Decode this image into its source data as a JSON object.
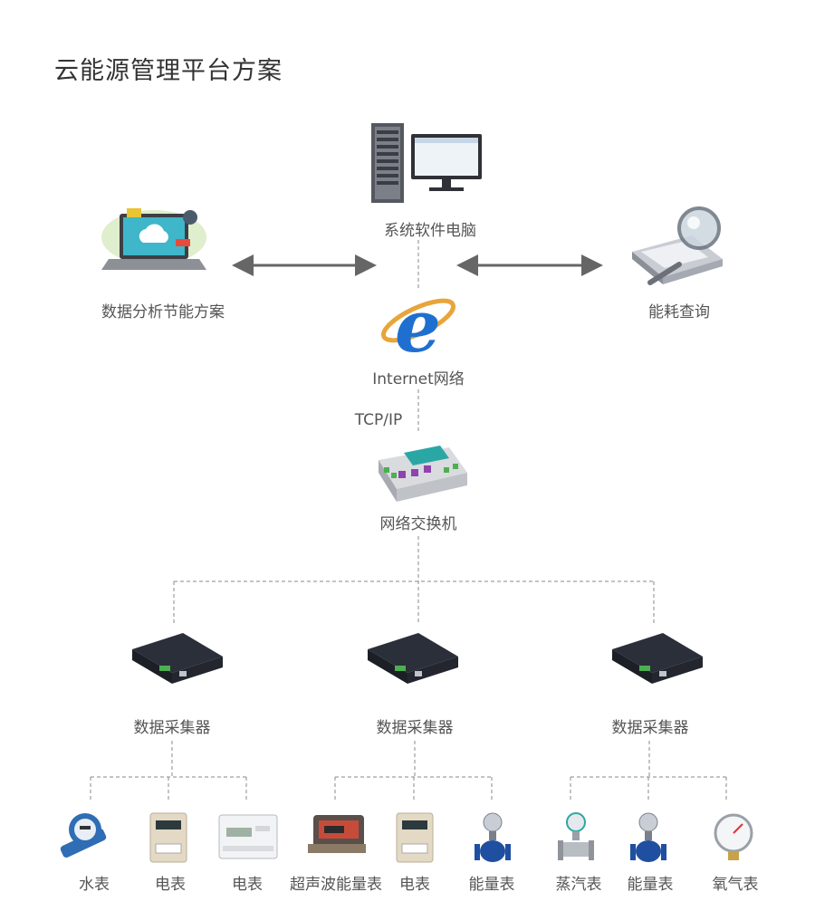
{
  "title": "云能源管理平台方案",
  "nodes": {
    "computer": "系统软件电脑",
    "analysis": "数据分析节能方案",
    "query": "能耗查询",
    "internet": "Internet网络",
    "protocol": "TCP/IP",
    "switch": "网络交换机"
  },
  "collectors": [
    "数据采集器",
    "数据采集器",
    "数据采集器"
  ],
  "meters": [
    "水表",
    "电表",
    "电表",
    "超声波能量表",
    "电表",
    "能量表",
    "蒸汽表",
    "能量表",
    "氧气表"
  ],
  "colors": {
    "ie_blue": "#1f6fd0",
    "collector_dark": "#2b2f3a",
    "switch_teal": "#2aa7a5",
    "arrow": "#666666"
  }
}
